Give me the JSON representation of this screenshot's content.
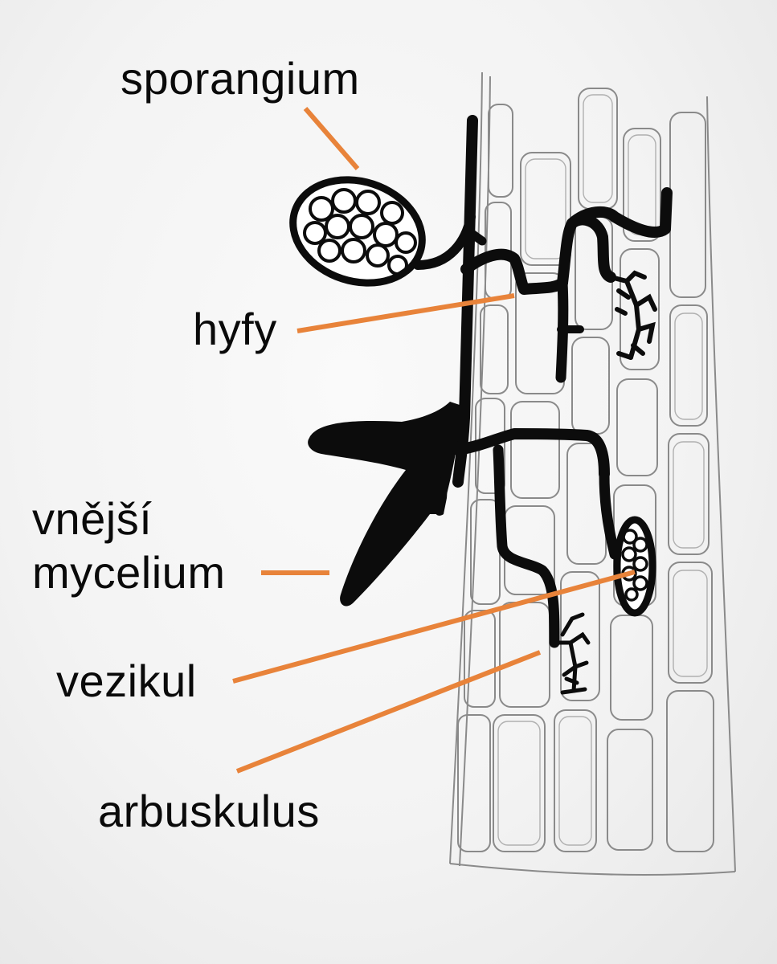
{
  "labels": {
    "sporangium": "sporangium",
    "hyfy": "hyfy",
    "vnejsi": "vnější",
    "mycelium": "mycelium",
    "vezikul": "vezikul",
    "arbuskulus": "arbuskulus"
  },
  "colors": {
    "leader": "#e8833a",
    "ink": "#0c0c0c",
    "cell_outline": "#8a8a8a",
    "paper": "#f3f3f3"
  }
}
